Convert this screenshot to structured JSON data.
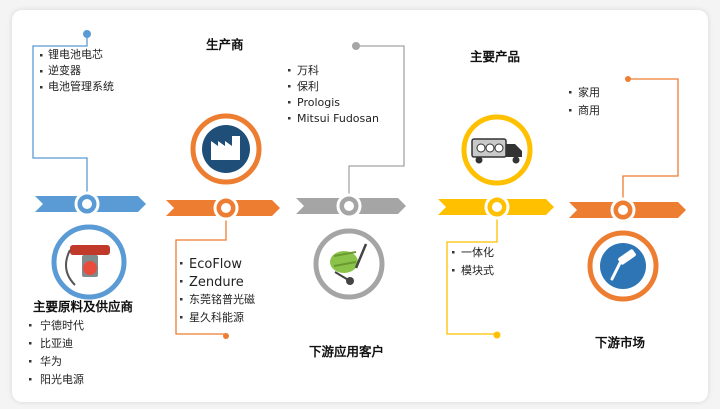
{
  "stages": [
    {
      "title": "主要原料及供应商",
      "items": [
        "宁德时代",
        "比亚迪",
        "华为",
        "阳光电源"
      ],
      "top_items": [
        "锂电池电芯",
        "逆变器",
        "电池管理系统"
      ],
      "color": "#5b9bd5",
      "icon": "battery-cable-icon"
    },
    {
      "title": "生产商",
      "items": [
        "EcoFlow",
        "Zendure",
        "东莞铭普光磁",
        "星久科能源"
      ],
      "color": "#ed7d31",
      "icon": "factory-icon"
    },
    {
      "title": "下游应用客户",
      "items": [
        "万科",
        "保利",
        "Prologis",
        "Mitsui Fudosan"
      ],
      "color": "#a5a5a5",
      "icon": "cement-cart-icon"
    },
    {
      "title": "主要产品",
      "items": [
        "一体化",
        "模块式"
      ],
      "color": "#ffc000",
      "icon": "truck-icon"
    },
    {
      "title": "下游市场",
      "items": [
        "家用",
        "商用"
      ],
      "color": "#ed7d31",
      "icon": "paint-roller-icon"
    }
  ]
}
